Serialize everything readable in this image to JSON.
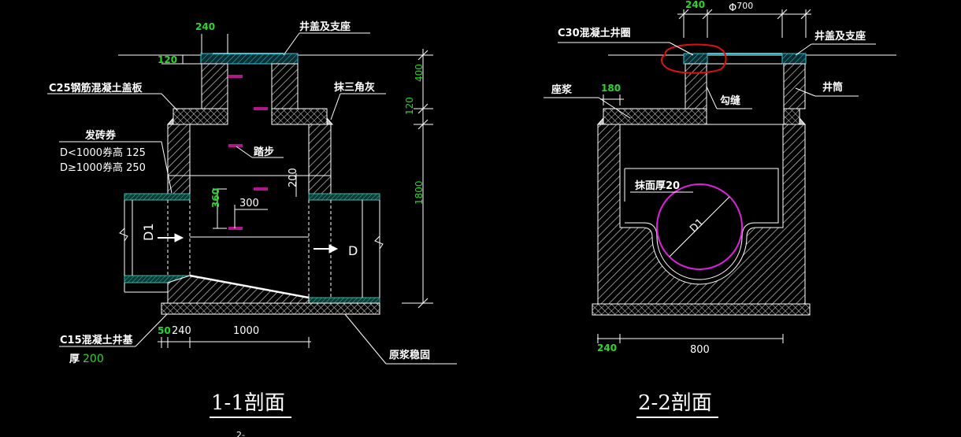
{
  "left_section": {
    "title": "1-1剖面",
    "labels": {
      "cover_seat": "井盖及支座",
      "cover_slab": "C25钢筋混凝土盖板",
      "triangle_plaster": "抹三角灰",
      "brick_arch": "发砖券",
      "arch_rule_1": "D<1000券高  125",
      "arch_rule_2": "D≥1000券高   250",
      "step": "踏步",
      "base": "C15混凝土井基",
      "thick_prefix": "厚",
      "thick_value": "200",
      "mortar": "原浆稳固",
      "inlet": "D1",
      "outlet": "D"
    },
    "dims": {
      "top_240": "240",
      "top_120": "120",
      "h400": "400",
      "h120": "120",
      "h1800": "1800",
      "v200": "200",
      "v360": "360",
      "h300": "300",
      "b50": "50",
      "b240": "240",
      "b1000": "1000"
    }
  },
  "right_section": {
    "title": "2-2剖面",
    "labels": {
      "ring": "C30混凝土井圈",
      "cover_seat": "井盖及支座",
      "bedding": "座浆",
      "joint": "勾缝",
      "shaft": "井筒",
      "plaster": "抹面厚20",
      "pipe": "D1"
    },
    "dims": {
      "top_240": "240",
      "phi": "Φ",
      "phi_700": "700",
      "d180": "180",
      "b240": "240",
      "b800": "800"
    }
  },
  "partial_text": "2-",
  "colors": {
    "background": "#000000",
    "line": "#ffffff",
    "dimension": "#2bd62b",
    "cover": "#33c8d6",
    "pipe_band": "#2a9a8e",
    "step": "#b4148c",
    "pipe_circle": "#e020e0",
    "markup": "#e01010"
  }
}
